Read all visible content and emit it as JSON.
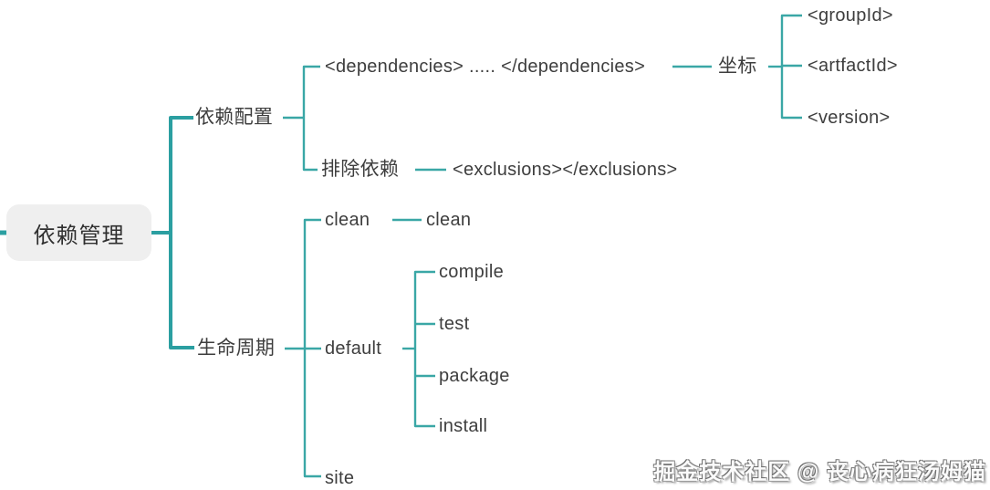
{
  "colors": {
    "line_main": "#2b9fa1",
    "line_branch": "#3aa7a6",
    "text": "#3e3e3e",
    "root_bg": "#efefef"
  },
  "watermark": {
    "text": "掘金技术社区 @ 丧心病狂汤姆猫"
  },
  "tree": {
    "label": "依赖管理",
    "children": [
      {
        "label": "依赖配置",
        "children": [
          {
            "label": "<dependencies> ..... </dependencies>",
            "children": [
              {
                "label": "坐标",
                "children": [
                  {
                    "label": "<groupId>"
                  },
                  {
                    "label": "<artfactId>"
                  },
                  {
                    "label": "<version>"
                  }
                ]
              }
            ]
          },
          {
            "label": "排除依赖",
            "children": [
              {
                "label": "<exclusions></exclusions>"
              }
            ]
          }
        ]
      },
      {
        "label": "生命周期",
        "children": [
          {
            "label": "clean",
            "children": [
              {
                "label": "clean"
              }
            ]
          },
          {
            "label": "default",
            "children": [
              {
                "label": "compile"
              },
              {
                "label": "test"
              },
              {
                "label": "package"
              },
              {
                "label": "install"
              }
            ]
          },
          {
            "label": "site"
          }
        ]
      }
    ]
  }
}
